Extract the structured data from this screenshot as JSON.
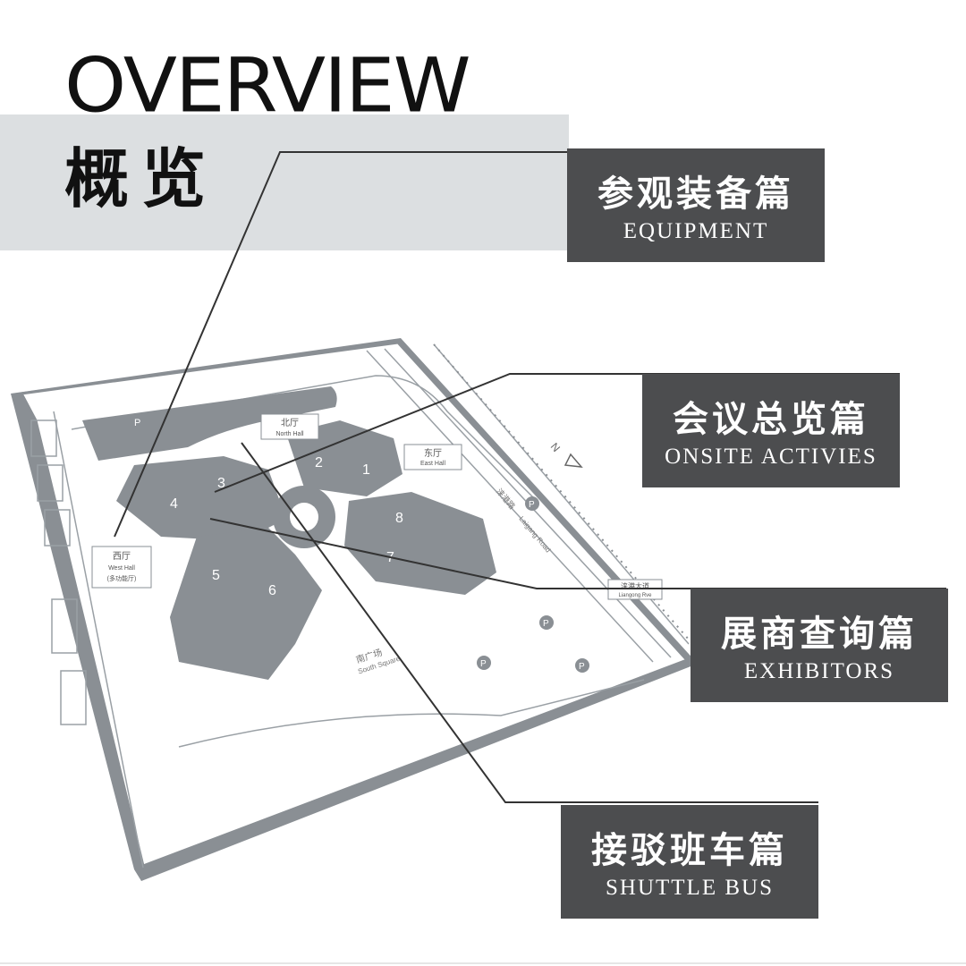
{
  "header": {
    "title_en": "OVERVIEW",
    "title_cn": "概览"
  },
  "sections": [
    {
      "cn": "参观装备篇",
      "en": "EQUIPMENT"
    },
    {
      "cn": "会议总览篇",
      "en": "ONSITE ACTIVIES"
    },
    {
      "cn": "展商查询篇",
      "en": "EXHIBITORS"
    },
    {
      "cn": "接驳班车篇",
      "en": "SHUTTLE BUS"
    }
  ],
  "map": {
    "north_hall": {
      "cn": "北厅",
      "en": "North Hall"
    },
    "east_hall": {
      "cn": "东厅",
      "en": "East Hall"
    },
    "west_hall": {
      "cn": "西厅",
      "en": "West Hall",
      "note": "(多功能厅)"
    },
    "south_square": {
      "cn": "南广场",
      "en": "South Square"
    },
    "road": {
      "cn": "涞港路",
      "en": "Laigang Road"
    },
    "avenue": {
      "cn": "涞港大道",
      "en": "Liangong Rve"
    },
    "compass": "N",
    "parking": "P",
    "halls": [
      "1",
      "2",
      "3",
      "4",
      "5",
      "6",
      "7",
      "8"
    ]
  },
  "colors": {
    "card": "#4c4d4f",
    "band": "#dcdfe1",
    "map_gray": "#8a8f94"
  }
}
